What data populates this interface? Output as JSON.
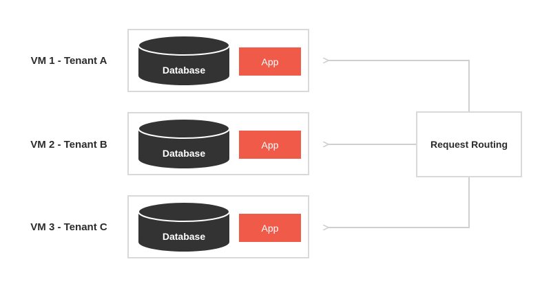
{
  "vms": [
    {
      "label": "VM 1 - Tenant A",
      "database_label": "Database",
      "app_label": "App"
    },
    {
      "label": "VM 2 - Tenant B",
      "database_label": "Database",
      "app_label": "App"
    },
    {
      "label": "VM 3 - Tenant C",
      "database_label": "Database",
      "app_label": "App"
    }
  ],
  "router": {
    "label": "Request Routing"
  },
  "colors": {
    "app": "#ef5a49",
    "database": "#333333",
    "border": "#d9d9d9",
    "connector": "#cfcfcf"
  }
}
